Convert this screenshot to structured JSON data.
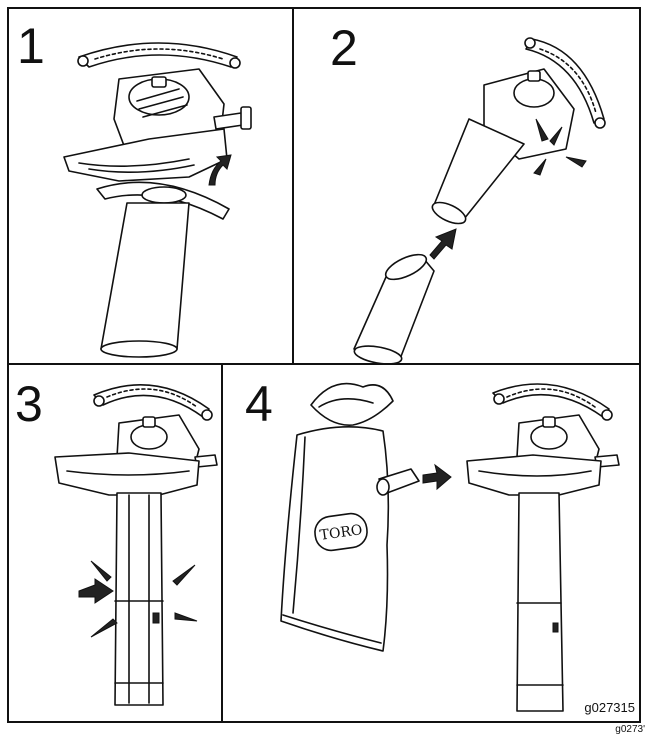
{
  "panels": [
    {
      "number": "1"
    },
    {
      "number": "2"
    },
    {
      "number": "3"
    },
    {
      "number": "4"
    }
  ],
  "bag_logo": "TORO",
  "figure_code": "g027315",
  "corner_code": "g0273'"
}
